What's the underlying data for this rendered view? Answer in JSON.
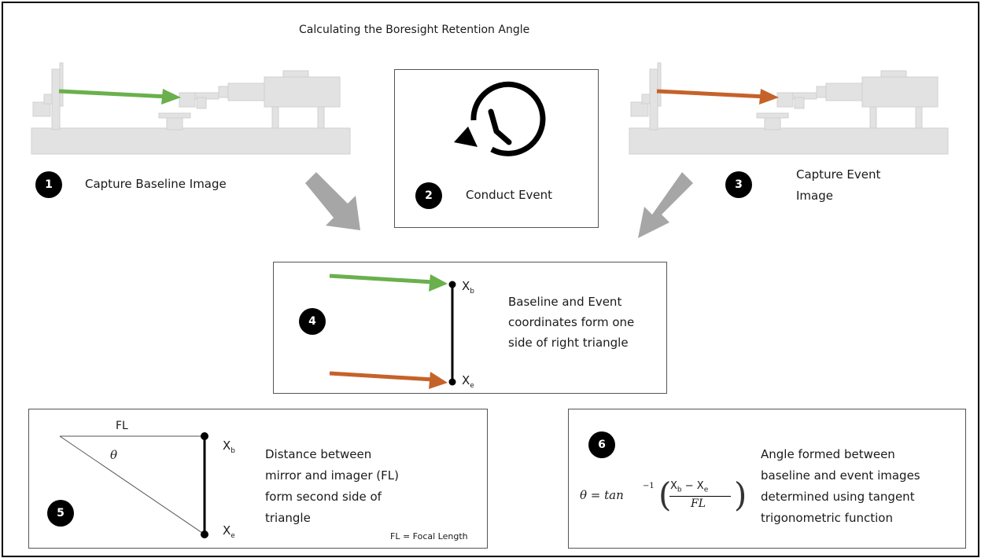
{
  "title": "Calculating the Boresight Retention Angle",
  "steps": {
    "s1": {
      "num": "1",
      "label": "Capture Baseline Image"
    },
    "s2": {
      "num": "2",
      "label": "Conduct Event"
    },
    "s3": {
      "num": "3",
      "label_line1": "Capture Event",
      "label_line2": "Image"
    },
    "s4": {
      "num": "4",
      "line1": "Baseline and Event",
      "line2": "coordinates form one",
      "line3": "side of right triangle"
    },
    "s5": {
      "num": "5",
      "line1": "Distance between",
      "line2": "mirror and imager (FL)",
      "line3": "form second side of",
      "line4": "triangle",
      "footnote": "FL = Focal Length"
    },
    "s6": {
      "num": "6",
      "line1": "Angle formed between",
      "line2": "baseline and event images",
      "line3": "determined using tangent",
      "line4": "trigonometric function"
    }
  },
  "labels": {
    "xb": "X",
    "xb_sub": "b",
    "xe": "X",
    "xe_sub": "e",
    "fl": "FL",
    "theta": "θ"
  },
  "formula": {
    "lhs": "θ = tan",
    "exp": "−1",
    "num": "X",
    "num_sub1": "b",
    "minus": " − X",
    "num_sub2": "e",
    "den": "FL"
  },
  "colors": {
    "baseline_arrow": "#6ab04c",
    "event_arrow": "#c5622a",
    "flow_arrow": "#a6a6a6",
    "equipment": "#e2e2e2"
  },
  "icons": [
    "clock-rewind-icon",
    "optical-bench-icon"
  ]
}
